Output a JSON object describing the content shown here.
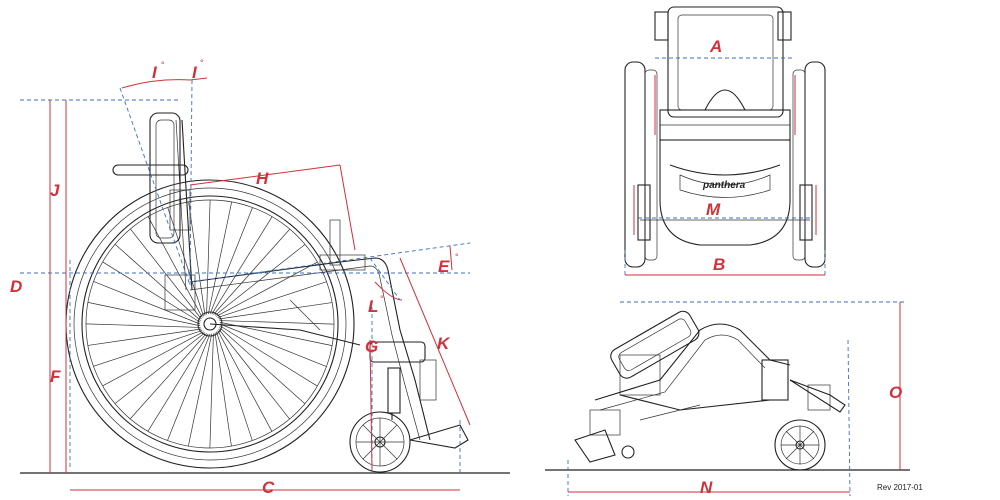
{
  "labels": {
    "I1": "I",
    "I2": "I",
    "deg": "°",
    "J": "J",
    "D": "D",
    "F": "F",
    "H": "H",
    "E": "E",
    "L": "L",
    "K": "K",
    "G": "G",
    "C": "C",
    "A": "A",
    "M": "M",
    "B": "B",
    "O": "O",
    "N": "N"
  },
  "brand": "panthera",
  "revision": "Rev 2017-01",
  "colors": {
    "dimension": "#d0323a",
    "guide": "#3b6fc2",
    "drawing": "#222222"
  }
}
